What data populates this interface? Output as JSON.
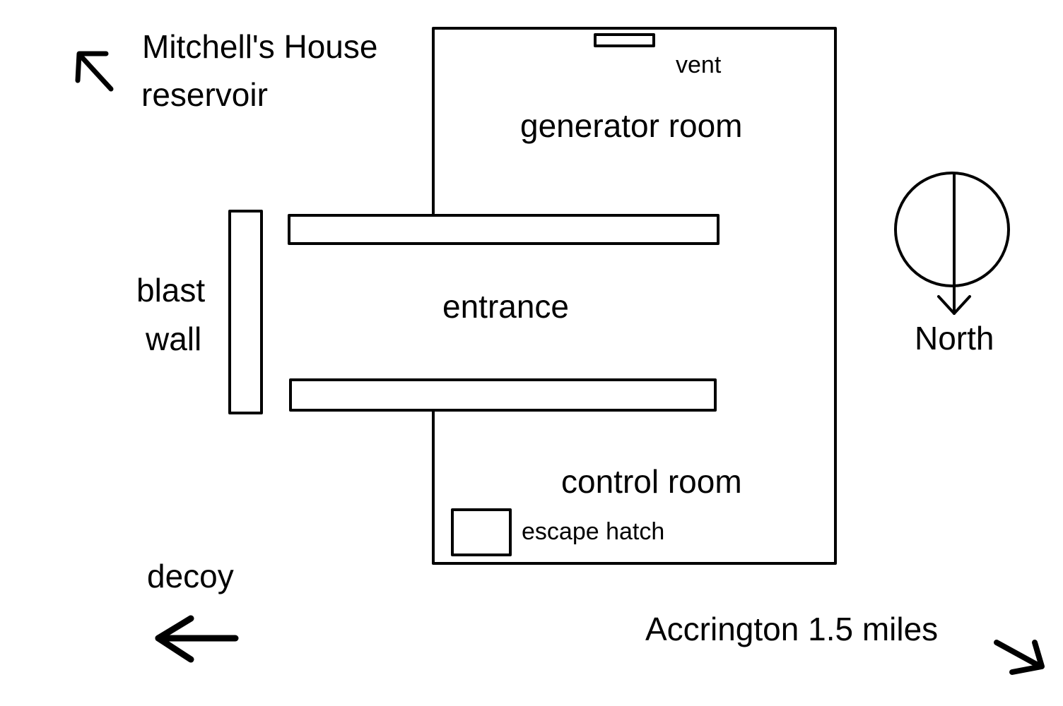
{
  "labels": {
    "mitchell": "Mitchell's House",
    "reservoir": "reservoir",
    "vent": "vent",
    "generator_room": "generator room",
    "blast": "blast",
    "wall": "wall",
    "entrance": "entrance",
    "north": "North",
    "control_room": "control room",
    "escape_hatch": "escape hatch",
    "decoy": "decoy",
    "accrington": "Accrington 1.5 miles"
  },
  "icons": {
    "arrow_northwest": "arrow-up-left-icon",
    "arrow_west": "arrow-left-icon",
    "arrow_southeast": "arrow-down-right-icon",
    "compass": "compass-icon"
  },
  "colors": {
    "stroke": "#000000",
    "background": "#ffffff"
  }
}
